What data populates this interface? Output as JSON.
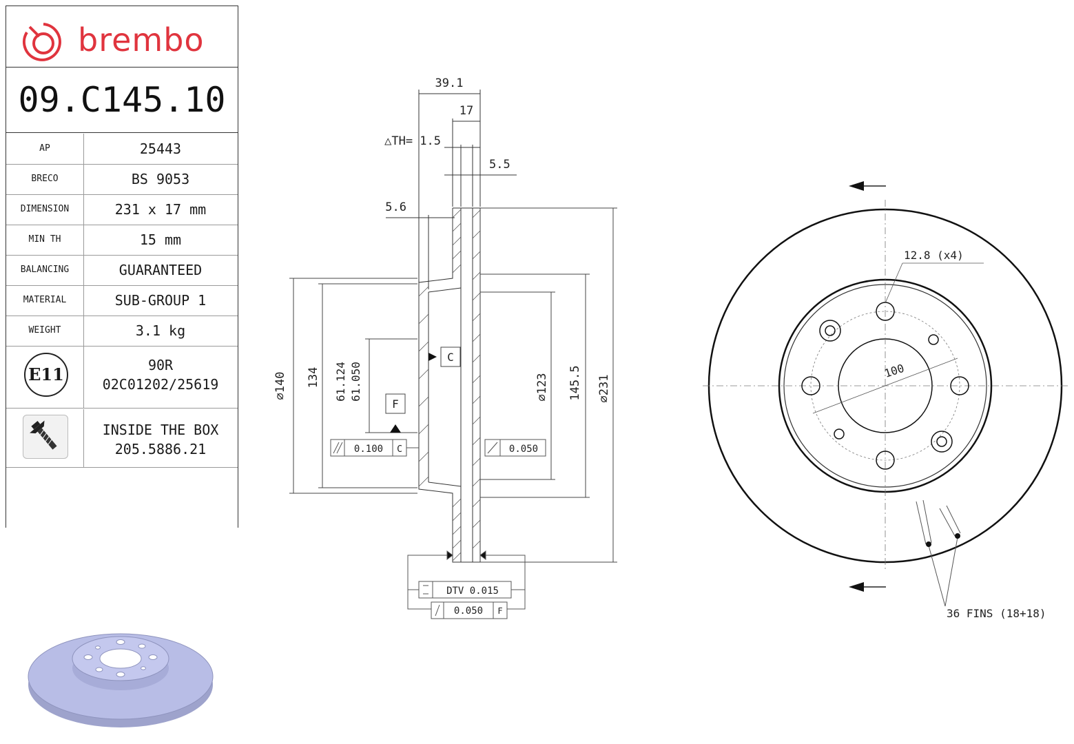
{
  "brand": {
    "name": "brembo"
  },
  "part_number": "09.C145.10",
  "specs": [
    {
      "key": "AP",
      "value": "25443"
    },
    {
      "key": "BRECO",
      "value": "BS 9053"
    },
    {
      "key": "DIMENSION",
      "value": "231 x 17 mm"
    },
    {
      "key": "MIN TH",
      "value": "15 mm"
    },
    {
      "key": "BALANCING",
      "value": "GUARANTEED"
    },
    {
      "key": "MATERIAL",
      "value": "SUB-GROUP 1"
    },
    {
      "key": "WEIGHT",
      "value": "3.1 kg"
    }
  ],
  "approval": {
    "badge": "E11",
    "line1": "90R",
    "line2": "02C01202/25619"
  },
  "inside_box": {
    "line1": "INSIDE THE BOX",
    "line2": "205.5886.21"
  },
  "section_view": {
    "dims": {
      "width_total": "39.1",
      "thickness": "17",
      "delta_th": "△TH= 1.5",
      "fin_gap": "5.5",
      "hat_offset": "5.6",
      "d140": "∅140",
      "d134": "134",
      "bore_max": "61.124",
      "bore_min": "61.050",
      "d123": "∅123",
      "d145": "145.5",
      "d231": "∅231"
    },
    "datums": {
      "c": "C",
      "f": "F"
    },
    "tolerances": {
      "flatness_value": "0.100",
      "flatness_ref": "C",
      "parallel_value": "0.050",
      "dtv_label": "DTV 0.015",
      "runout_value": "0.050",
      "runout_ref": "F"
    }
  },
  "front_view": {
    "hole_label": "12.8 (x4)",
    "pcd_label": "100",
    "fins_label": "36 FINS (18+18)"
  },
  "colors": {
    "brand_red": "#e0343e",
    "disc_tint": "#b8bde6"
  }
}
